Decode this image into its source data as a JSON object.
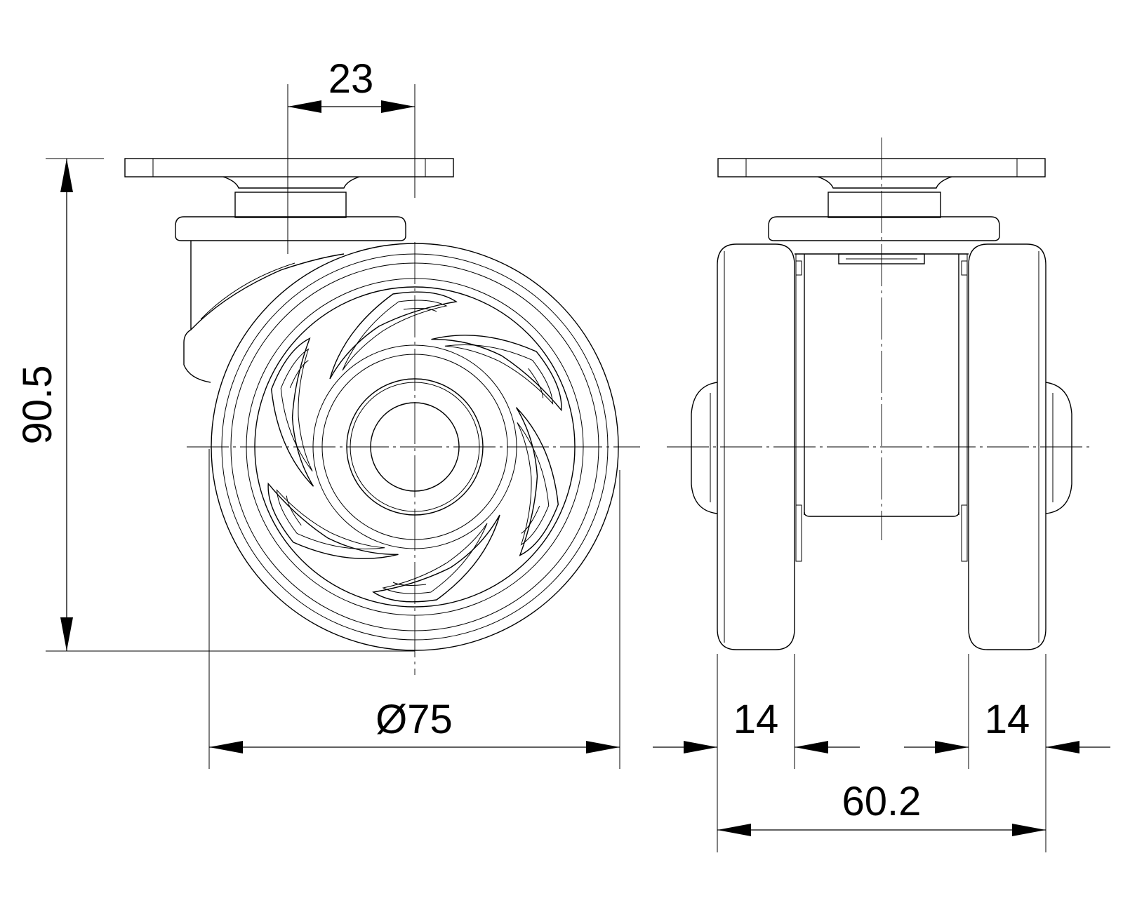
{
  "dimensions": {
    "swivel_offset": "23",
    "total_height": "90.5",
    "wheel_diameter": "Ø75",
    "wheel_width_left": "14",
    "wheel_width_right": "14",
    "overall_width": "60.2"
  },
  "colors": {
    "line": "#000000",
    "background": "#ffffff"
  }
}
